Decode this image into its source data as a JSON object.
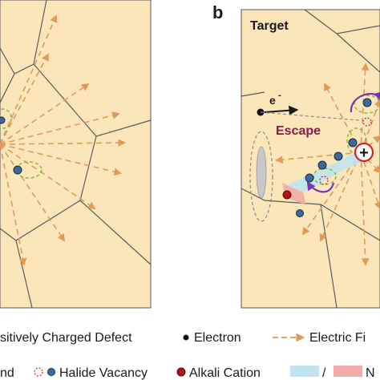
{
  "panel_b": {
    "letter": "b",
    "title": "Target",
    "electron_label": "e",
    "electron_superscript": "-",
    "escape_label": "Escape",
    "charge_symbol": "+"
  },
  "legend": {
    "row1": [
      {
        "icon": "positive-charge-icon",
        "label": "sitively Charged Defect"
      },
      {
        "icon": "electron-dot-icon",
        "label": "Electron"
      },
      {
        "icon": "dashed-arrow-icon",
        "label": "Electric Fi"
      }
    ],
    "row2": [
      {
        "icon": "",
        "label": "nd"
      },
      {
        "icon": "halide-vacancy-icon",
        "label": "Halide Vacancy"
      },
      {
        "icon": "alkali-cation-icon",
        "label": "Alkali Cation"
      },
      {
        "icon": "color-swatch-icon",
        "label": "/"
      },
      {
        "icon": "",
        "label": "N"
      }
    ]
  },
  "colors": {
    "background": "#fae6b9",
    "grain_boundary": "#5a5a5a",
    "field_arrow": "#e09a5a",
    "escape_text": "#8a1a4a",
    "purple_arrow": "#7a35b5",
    "charge_ring": "#d62020",
    "alkali": "#b01515",
    "vacancy": "#3a6a9a",
    "green_dash": "#8ab83a",
    "cyan_swatch": "#bfe4f0",
    "pink_swatch": "#f5aaaa"
  }
}
